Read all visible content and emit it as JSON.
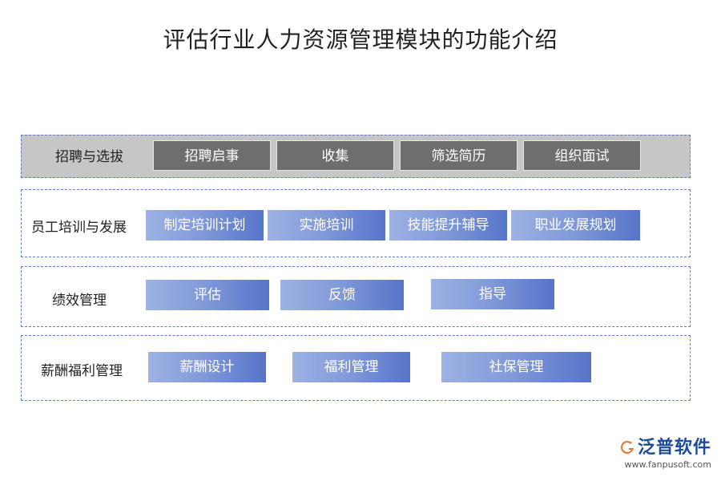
{
  "title": "评估行业人力资源管理模块的功能介绍",
  "rows": [
    {
      "label": "招聘与选拔",
      "items": [
        "招聘启事",
        "收集",
        "筛选简历",
        "组织面试"
      ]
    },
    {
      "label": "员工培训与发展",
      "items": [
        "制定培训计划",
        "实施培训",
        "技能提升辅导",
        "职业发展规划"
      ]
    },
    {
      "label": "绩效管理",
      "items": [
        "评估",
        "反馈",
        "指导"
      ]
    },
    {
      "label": "薪酬福利管理",
      "items": [
        "薪酬设计",
        "福利管理",
        "社保管理"
      ]
    }
  ],
  "logo": {
    "name": "泛普软件",
    "url": "www.fanpusoft.com"
  },
  "colors": {
    "border": "#5a7fc4",
    "dark_box": "#6e6e6e",
    "blue_start": "#9db2e3",
    "blue_end": "#5674c9"
  }
}
